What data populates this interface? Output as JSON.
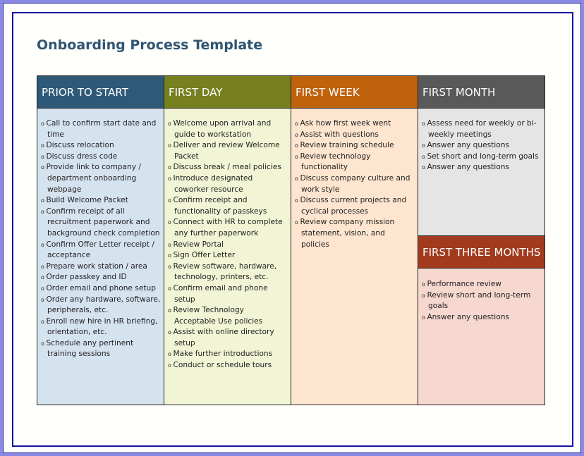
{
  "title": "Onboarding Process Template",
  "columns": [
    {
      "header": "PRIOR TO START",
      "color": "#2e5a78",
      "bg": "#d5e3ef",
      "items": [
        "Call to confirm start date and time",
        "Discuss relocation",
        "Discuss dress code",
        "Provide link to company / department onboarding webpage",
        "Build Welcome Packet",
        "Confirm receipt of all recruitment paperwork and background check completion",
        "Confirm Offer Letter receipt / acceptance",
        "Prepare work station / area",
        "Order passkey and ID",
        "Order email and phone setup",
        "Order any hardware, software, peripherals, etc.",
        "Enroll new hire in HR briefing, orientation, etc.",
        "Schedule any pertinent training sessions"
      ]
    },
    {
      "header": "FIRST DAY",
      "color": "#76801f",
      "bg": "#f1f4d5",
      "items": [
        "Welcome upon arrival and guide to workstation",
        "Deliver and review Welcome Packet",
        "Discuss break / meal policies",
        "Introduce designated coworker resource",
        "Confirm receipt and functionality of passkeys",
        "Connect with HR to complete any further paperwork",
        "Review Portal",
        "Sign Offer Letter",
        "Review software, hardware, technology, printers, etc.",
        "Confirm email and phone setup",
        "Review Technology Acceptable Use policies",
        "Assist with online directory setup",
        "Make further introductions",
        "Conduct or schedule tours"
      ]
    },
    {
      "header": "FIRST WEEK",
      "color": "#c0620c",
      "bg": "#fde5cf",
      "items": [
        "Ask how first week went",
        "Assist with questions",
        "Review training schedule",
        "Review technology functionality",
        "Discuss company culture and work style",
        "Discuss current projects and cyclical processes",
        "Review company mission statement, vision, and policies"
      ]
    },
    {
      "header": "FIRST MONTH",
      "color": "#595959",
      "bg": "#e5e5e5",
      "items": [
        "Assess need for weekly or bi-weekly meetings",
        "Answer any questions",
        "Set short and long-term goals",
        "Answer any questions"
      ]
    },
    {
      "header": "FIRST THREE MONTHS",
      "color": "#a23b1d",
      "bg": "#f6d8cf",
      "items": [
        "Performance review",
        "Review short and long-term goals",
        "Answer any questions"
      ]
    }
  ]
}
